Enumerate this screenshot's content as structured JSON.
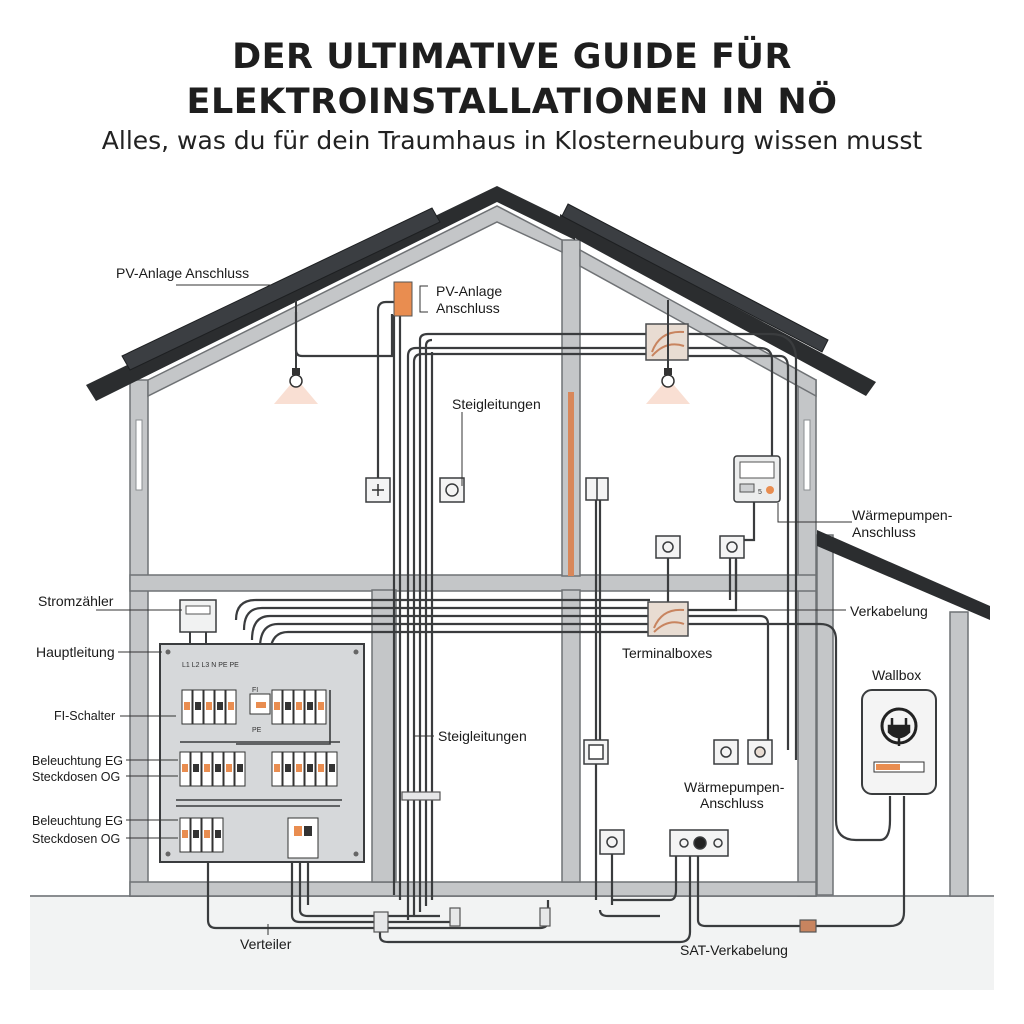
{
  "header": {
    "title_line1": "DER ULTIMATIVE GUIDE FÜR",
    "title_line2": "ELEKTROINSTALLATIONEN IN NÖ",
    "subtitle": "Alles, was du für dein Traumhaus in Klosterneuburg wissen musst"
  },
  "labels": {
    "pv_left": "PV-Anlage Anschluss",
    "pv_center_1": "PV-Anlage",
    "pv_center_2": "Anschluss",
    "steigleitungen_top": "Steigleitungen",
    "waermepumpe_top_1": "Wärmepumpen-",
    "waermepumpe_top_2": "Anschluss",
    "stromzaehler": "Stromzähler",
    "verkabelung": "Verkabelung",
    "hauptleitung": "Hauptleitung",
    "terminalboxes": "Terminalboxes",
    "wallbox": "Wallbox",
    "fi_schalter": "FI-Schalter",
    "steigleitungen_mid": "Steigleitungen",
    "beleuchtung_eg_1": "Beleuchtung EG",
    "steckdosen_og_1": "Steckdosen OG",
    "waermepumpe_bottom_1": "Wärmepumpen-",
    "waermepumpe_bottom_2": "Anschluss",
    "beleuchtung_eg_2": "Beleuchtung EG",
    "steckdosen_og_2": "Steckdosen OG",
    "verteiler": "Verteiler",
    "sat_verkabelung": "SAT-Verkabelung"
  },
  "panel_marks": {
    "bus_labels": "L1 L2 L3  N  PE PE",
    "pe_label": "PE",
    "fi_label": "FI",
    "thermostat_value": "5"
  },
  "colors": {
    "wall": "#b9bcbe",
    "roof": "#2b2d2f",
    "cable": "#3a3c3e",
    "accent_orange": "#e98d50",
    "copper": "#c8845f",
    "panel_bg": "#d6d8da"
  }
}
